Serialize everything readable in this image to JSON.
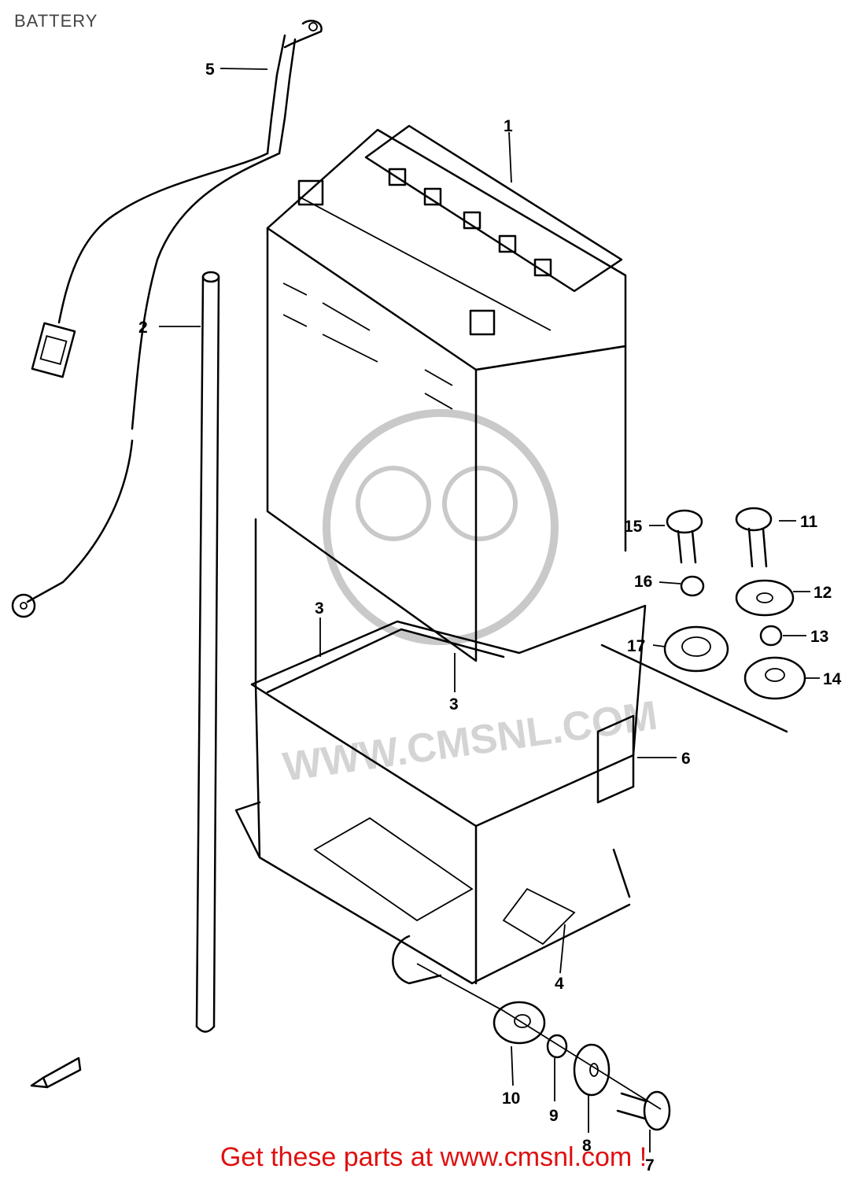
{
  "title": "BATTERY",
  "callouts": {
    "c1": "1",
    "c2": "2",
    "c3a": "3",
    "c3b": "3",
    "c4": "4",
    "c5": "5",
    "c6": "6",
    "c7": "7",
    "c8": "8",
    "c9": "9",
    "c10": "10",
    "c11": "11",
    "c12": "12",
    "c13": "13",
    "c14": "14",
    "c15": "15",
    "c16": "16",
    "c17": "17"
  },
  "watermark": "WWW.CMSNL.COM",
  "footer": "Get these parts at www.cmsnl.com !",
  "colors": {
    "footer": "#e01010",
    "watermark": "#cccccc"
  }
}
